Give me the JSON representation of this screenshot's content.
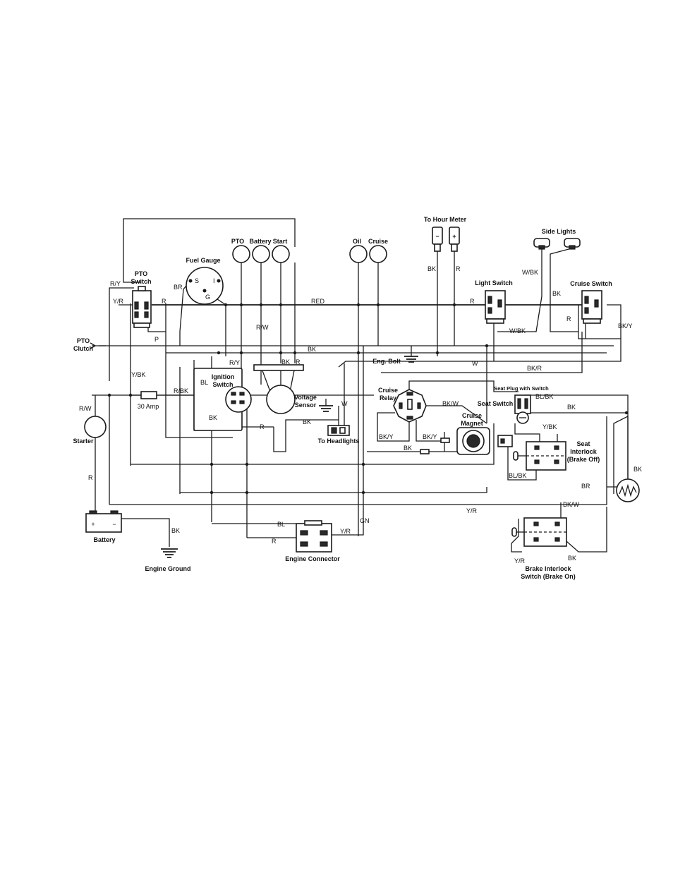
{
  "components": {
    "to_hour_meter": "To Hour Meter",
    "side_lights": "Side Lights",
    "pto": "PTO",
    "battery_lamp": "Battery",
    "start": "Start",
    "oil": "Oil",
    "cruise": "Cruise",
    "fuel_gauge": "Fuel Gauge",
    "pto_switch": [
      "PTO",
      "Switch"
    ],
    "light_switch": "Light Switch",
    "cruise_switch": "Cruise Switch",
    "pto_clutch": [
      "PTO",
      "Clutch"
    ],
    "eng_bolt": "Eng. Bolt",
    "ignition_switch": [
      "Ignition",
      "Switch"
    ],
    "voltage_sensor": [
      "Voltage",
      "Sensor"
    ],
    "cruise_relay": [
      "Cruise",
      "Relay"
    ],
    "seat_plug": "Seat Plug with Switch",
    "seat_switch": "Seat Switch",
    "cruise_magnet": [
      "Cruise",
      "Magnet"
    ],
    "fuse": "30 Amp",
    "starter": "Starter",
    "to_headlights": "To Headlights",
    "seat_interlock": [
      "Seat",
      "Interlock",
      "(Brake Off)"
    ],
    "battery": "Battery",
    "engine_ground": "Engine Ground",
    "engine_connector": "Engine Connector",
    "brake_interlock": [
      "Brake Interlock",
      "Switch (Brake On)"
    ]
  },
  "gauge_terminals": {
    "s": "S",
    "i": "I",
    "g": "G"
  },
  "battery_terminals": {
    "plus": "+",
    "minus": "−"
  },
  "meter_terminals": {
    "minus": "−",
    "plus": "+"
  },
  "wires": {
    "ry": "R/Y",
    "yr": "Y/R",
    "br": "BR",
    "r": "R",
    "red": "RED",
    "p": "P",
    "bk": "BK",
    "ybk": "Y/BK",
    "rbk": "R/BK",
    "bl": "BL",
    "rw": "R/W",
    "w": "W",
    "wbk": "W/BK",
    "bkr": "BK/R",
    "bky": "BK/Y",
    "blbk": "BL/BK",
    "bkw": "BK/W",
    "ybk2": "Y/BK",
    "gn": "GN"
  }
}
